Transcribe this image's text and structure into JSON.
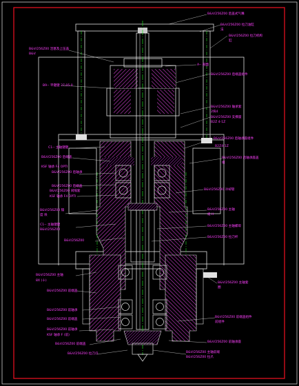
{
  "drawing": {
    "annotations": [
      {
        "id": "a1",
        "text": "B&V/256Z00 后盖式气嘴"
      },
      {
        "id": "a2",
        "text": "B&V/256Z00 拉刀油缸"
      },
      {
        "id": "a2b",
        "text": "法"
      },
      {
        "id": "a3",
        "text": "B&V/256Z00 拉刀机构"
      },
      {
        "id": "a3b",
        "text": "缸"
      },
      {
        "id": "a4",
        "text": "A-- 剖面"
      },
      {
        "id": "a5",
        "text": "B&V/256Z00 后端盖组件"
      },
      {
        "id": "a6",
        "text": "B&V/256Z00 轴承套"
      },
      {
        "id": "a6b",
        "text": "2块4"
      },
      {
        "id": "a7",
        "text": "B&V/256Z00 支撑座"
      },
      {
        "id": "a7b",
        "text": "B2Z 4-1Z"
      },
      {
        "id": "a8",
        "text": "B&V/256Z00 后轴承座组件"
      },
      {
        "id": "a8b",
        "text": "B2Z4-1Z"
      },
      {
        "id": "a9",
        "text": "B&V/256Z00 后轴承座盖"
      },
      {
        "id": "a9b",
        "text": "组"
      },
      {
        "id": "a10",
        "text": "B&V/256Z00 冷却管"
      },
      {
        "id": "a11",
        "text": "B&V/256Z00 主轴"
      },
      {
        "id": "a11b",
        "text": "组 H"
      },
      {
        "id": "a12",
        "text": "B&V/256Z00 主轴螺母"
      },
      {
        "id": "a13",
        "text": "B&V/256Z00 拉刀杆"
      },
      {
        "id": "a14",
        "text": "B&V/256Z00 主轴套"
      },
      {
        "id": "a14b",
        "text": "圈"
      },
      {
        "id": "a15",
        "text": "B&V/256Z00 前端盖组件"
      },
      {
        "id": "a15b",
        "text": "前组件"
      },
      {
        "id": "a16",
        "text": "B&V/256Z00 前轴承座"
      },
      {
        "id": "a17",
        "text": "B&V/256Z00 主轴前端"
      },
      {
        "id": "a18",
        "text": "B&V/256Z00 拉爪"
      },
      {
        "id": "L1",
        "text": "B&V/256Z00 活塞及上压盖"
      },
      {
        "id": "L1b",
        "text": "B&V"
      },
      {
        "id": "L2",
        "text": "B9-- 平键键 27.05.0"
      },
      {
        "id": "L3",
        "text": "C1-- 主轴键键"
      },
      {
        "id": "L4",
        "text": "B&V/256Z00 后端盖"
      },
      {
        "id": "L4b",
        "text": "KSF 轴承 F4 OPTI"
      },
      {
        "id": "L5",
        "text": "B&V/256Z00 后轴承"
      },
      {
        "id": "L5b",
        "text": "B&V/256Z00 后端盖"
      },
      {
        "id": "L6",
        "text": "B&V/256Z00 间隔套"
      },
      {
        "id": "L6b",
        "text": "KSF 轴承 F4 OPTI"
      },
      {
        "id": "L7",
        "text": "B&V/256Z00 隔"
      },
      {
        "id": "L7b",
        "text": "度 块"
      },
      {
        "id": "L8",
        "text": "C1-- 主轴键键"
      },
      {
        "id": "L8b",
        "text": "B&V/256Z00"
      },
      {
        "id": "L9",
        "text": "B&V/256Z00"
      },
      {
        "id": "L10",
        "text": "B&V/256Z00 主轴"
      },
      {
        "id": "L10b",
        "text": "8X (十)"
      },
      {
        "id": "L11",
        "text": "B&V/256Z00 前端盖"
      },
      {
        "id": "L12",
        "text": "B&V/256Z00 前轴承"
      },
      {
        "id": "L12b",
        "text": "B&V/256Z00 前端盖"
      },
      {
        "id": "L13",
        "text": "B&V/256Z00 前轴承"
      },
      {
        "id": "L13b",
        "text": "KSF 轴承 F (前)"
      },
      {
        "id": "L14",
        "text": "B&V/256Z00 前端盖"
      },
      {
        "id": "L15",
        "text": "B&V/256Z00 拉刀爪"
      }
    ]
  }
}
